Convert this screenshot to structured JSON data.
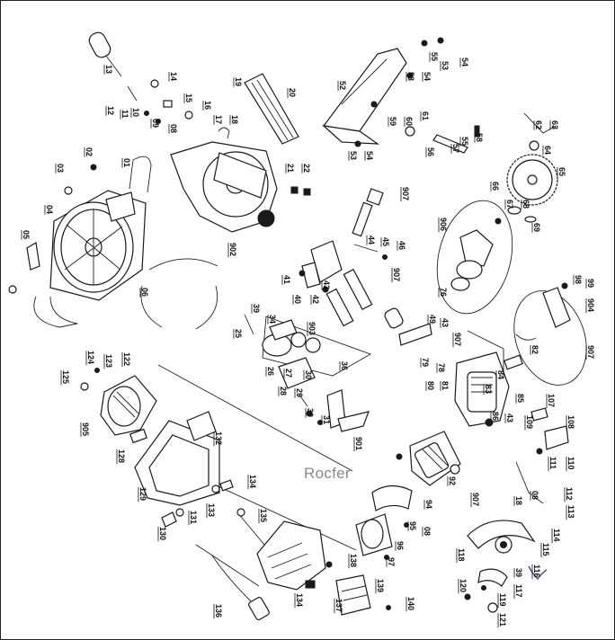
{
  "watermark": "Rocfer",
  "colors": {
    "ink": "#1a1a1a",
    "watermark": "#8a8a8a",
    "annotation": "#5a3fb0"
  },
  "parts": [
    {
      "id": "p1",
      "text": "13"
    },
    {
      "id": "p2",
      "text": "12"
    },
    {
      "id": "p3",
      "text": "14"
    },
    {
      "id": "p4",
      "text": "11"
    },
    {
      "id": "p5",
      "text": "10"
    },
    {
      "id": "p6",
      "text": "15"
    },
    {
      "id": "p7",
      "text": "16"
    },
    {
      "id": "p8",
      "text": "08"
    },
    {
      "id": "p9",
      "text": "09"
    },
    {
      "id": "p10",
      "text": "17"
    },
    {
      "id": "p11",
      "text": "18"
    },
    {
      "id": "p12",
      "text": "19"
    },
    {
      "id": "p13",
      "text": "20"
    },
    {
      "id": "p14",
      "text": "21"
    },
    {
      "id": "p15",
      "text": "22"
    },
    {
      "id": "p16",
      "text": "02"
    },
    {
      "id": "p17",
      "text": "01"
    },
    {
      "id": "p18",
      "text": "03"
    },
    {
      "id": "p19",
      "text": "04"
    },
    {
      "id": "p20",
      "text": "05"
    },
    {
      "id": "p21",
      "text": "06"
    },
    {
      "id": "p22",
      "text": "52"
    },
    {
      "id": "p23",
      "text": "53"
    },
    {
      "id": "p24",
      "text": "54"
    },
    {
      "id": "p25",
      "text": "55"
    },
    {
      "id": "p26",
      "text": "53"
    },
    {
      "id": "p27",
      "text": "54"
    },
    {
      "id": "p28",
      "text": "59"
    },
    {
      "id": "p29",
      "text": "60"
    },
    {
      "id": "p30",
      "text": "61"
    },
    {
      "id": "p31",
      "text": "58"
    },
    {
      "id": "p32",
      "text": "55"
    },
    {
      "id": "p33",
      "text": "57"
    },
    {
      "id": "p34",
      "text": "56"
    },
    {
      "id": "p35",
      "text": "53"
    },
    {
      "id": "p36",
      "text": "54"
    },
    {
      "id": "p37",
      "text": "62"
    },
    {
      "id": "p38",
      "text": "63"
    },
    {
      "id": "p39",
      "text": "64"
    },
    {
      "id": "p40",
      "text": "65"
    },
    {
      "id": "p41",
      "text": "66"
    },
    {
      "id": "p42",
      "text": "67"
    },
    {
      "id": "p43",
      "text": "68"
    },
    {
      "id": "p44",
      "text": "69"
    },
    {
      "id": "p45",
      "text": "907"
    },
    {
      "id": "p46",
      "text": "906"
    },
    {
      "id": "p47",
      "text": "76"
    },
    {
      "id": "p48",
      "text": "44"
    },
    {
      "id": "p49",
      "text": "45"
    },
    {
      "id": "p50",
      "text": "46"
    },
    {
      "id": "p51",
      "text": "902"
    },
    {
      "id": "p52",
      "text": "41"
    },
    {
      "id": "p53",
      "text": "40"
    },
    {
      "id": "p54",
      "text": "42"
    },
    {
      "id": "p55",
      "text": "43"
    },
    {
      "id": "p56",
      "text": "907"
    },
    {
      "id": "p57",
      "text": "39"
    },
    {
      "id": "p58",
      "text": "25"
    },
    {
      "id": "p59",
      "text": "34"
    },
    {
      "id": "p60",
      "text": "903"
    },
    {
      "id": "p61",
      "text": "49"
    },
    {
      "id": "p62",
      "text": "43"
    },
    {
      "id": "p63",
      "text": "907"
    },
    {
      "id": "p64",
      "text": "99"
    },
    {
      "id": "p65",
      "text": "98"
    },
    {
      "id": "p66",
      "text": "904"
    },
    {
      "id": "p67",
      "text": "907"
    },
    {
      "id": "p68",
      "text": "122"
    },
    {
      "id": "p69",
      "text": "123"
    },
    {
      "id": "p70",
      "text": "124"
    },
    {
      "id": "p71",
      "text": "125"
    },
    {
      "id": "p72",
      "text": "905"
    },
    {
      "id": "p73",
      "text": "26"
    },
    {
      "id": "p74",
      "text": "27"
    },
    {
      "id": "p75",
      "text": "28"
    },
    {
      "id": "p76",
      "text": "29"
    },
    {
      "id": "p77",
      "text": "30"
    },
    {
      "id": "p78",
      "text": "36"
    },
    {
      "id": "p79",
      "text": "30"
    },
    {
      "id": "p80",
      "text": "31"
    },
    {
      "id": "p81",
      "text": "79"
    },
    {
      "id": "p82",
      "text": "78"
    },
    {
      "id": "p83",
      "text": "80"
    },
    {
      "id": "p84",
      "text": "81"
    },
    {
      "id": "p85",
      "text": "84"
    },
    {
      "id": "p86",
      "text": "83"
    },
    {
      "id": "p87",
      "text": "85"
    },
    {
      "id": "p88",
      "text": "82"
    },
    {
      "id": "p89",
      "text": "86"
    },
    {
      "id": "p90",
      "text": "43"
    },
    {
      "id": "p91",
      "text": "107"
    },
    {
      "id": "p92",
      "text": "108"
    },
    {
      "id": "p93",
      "text": "109"
    },
    {
      "id": "p94",
      "text": "110"
    },
    {
      "id": "p95",
      "text": "111"
    },
    {
      "id": "p96",
      "text": "132"
    },
    {
      "id": "p97",
      "text": "128"
    },
    {
      "id": "p98",
      "text": "901"
    },
    {
      "id": "p99",
      "text": "129"
    },
    {
      "id": "p100",
      "text": "92"
    },
    {
      "id": "p101",
      "text": "133"
    },
    {
      "id": "p102",
      "text": "134"
    },
    {
      "id": "p103",
      "text": "131"
    },
    {
      "id": "p104",
      "text": "130"
    },
    {
      "id": "p105",
      "text": "135"
    },
    {
      "id": "p106",
      "text": "94"
    },
    {
      "id": "p107",
      "text": "95"
    },
    {
      "id": "p108",
      "text": "08"
    },
    {
      "id": "p109",
      "text": "96"
    },
    {
      "id": "p110",
      "text": "97"
    },
    {
      "id": "p111",
      "text": "907"
    },
    {
      "id": "p112",
      "text": "112"
    },
    {
      "id": "p113",
      "text": "113"
    },
    {
      "id": "p114",
      "text": "08"
    },
    {
      "id": "p115",
      "text": "18"
    },
    {
      "id": "p116",
      "text": "114"
    },
    {
      "id": "p117",
      "text": "115"
    },
    {
      "id": "p118",
      "text": "116"
    },
    {
      "id": "p119",
      "text": "39"
    },
    {
      "id": "p120",
      "text": "118"
    },
    {
      "id": "p121",
      "text": "120"
    },
    {
      "id": "p122",
      "text": "117"
    },
    {
      "id": "p123",
      "text": "119"
    },
    {
      "id": "p124",
      "text": "121"
    },
    {
      "id": "p125",
      "text": "138"
    },
    {
      "id": "p126",
      "text": "134"
    },
    {
      "id": "p127",
      "text": "137"
    },
    {
      "id": "p128",
      "text": "139"
    },
    {
      "id": "p129",
      "text": "140"
    },
    {
      "id": "p130",
      "text": "136"
    }
  ]
}
